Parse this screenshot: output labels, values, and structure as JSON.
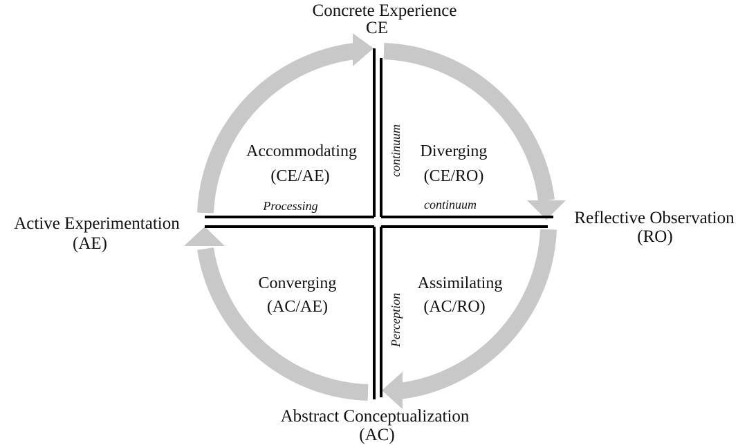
{
  "poles": {
    "top": {
      "name": "Concrete Experience",
      "abbr": "CE"
    },
    "right": {
      "name": "Reflective Observation",
      "abbr": "(RO)"
    },
    "bottom": {
      "name": "Abstract Conceptualization",
      "abbr": "(AC)"
    },
    "left": {
      "name": "Active Experimentation",
      "abbr": "(AE)"
    }
  },
  "quadrants": {
    "top_left": {
      "name": "Accommodating",
      "code": "(CE/AE)"
    },
    "top_right": {
      "name": "Diverging",
      "code": "(CE/RO)"
    },
    "bottom_left": {
      "name": "Converging",
      "code": "(AC/AE)"
    },
    "bottom_right": {
      "name": "Assimilating",
      "code": "(AC/RO)"
    }
  },
  "axes": {
    "horizontal_left": "Processing",
    "horizontal_right": "continuum",
    "vertical_top": "continuum",
    "vertical_bottom": "Perception"
  },
  "colors": {
    "arrow": "#c8c8c8",
    "axis": "#000000",
    "text": "#111111"
  }
}
